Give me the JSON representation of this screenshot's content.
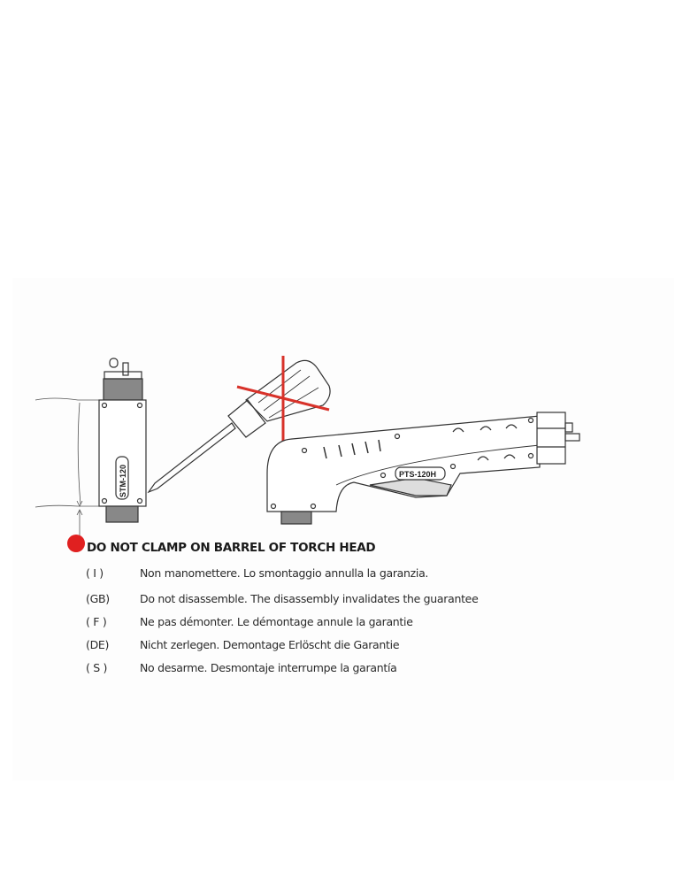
{
  "figure": {
    "left_part_label": "STM-120",
    "right_part_label": "PTS-120H",
    "prohibition_color": "#d8322a"
  },
  "warning": {
    "title": "DO NOT CLAMP ON BARREL OF TORCH HEAD",
    "marker_color": "#e02020"
  },
  "translations": [
    {
      "code": "( I )",
      "text": "Non manomettere. Lo smontaggio annulla la garanzia."
    },
    {
      "code": "(GB)",
      "text": "Do not disassemble. The disassembly invalidates the guarantee"
    },
    {
      "code": "( F )",
      "text": "Ne pas démonter. Le démontage annule la garantie"
    },
    {
      "code": "(DE)",
      "text": "Nicht zerlegen. Demontage Erlöscht die Garantie"
    },
    {
      "code": "( S )",
      "text": "No desarme. Desmontaje interrumpe la garantía"
    }
  ]
}
